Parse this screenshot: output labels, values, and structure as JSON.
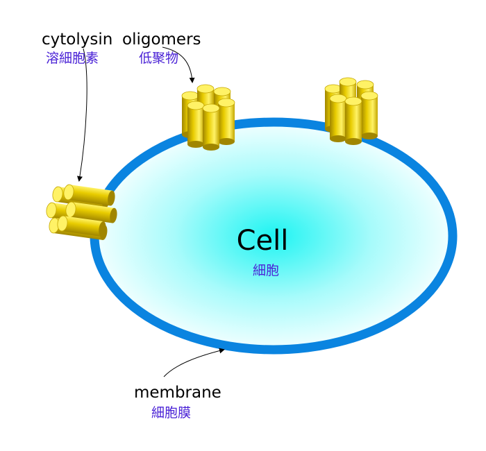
{
  "labels": {
    "cytolysin": "cytolysin",
    "oligomers": "oligomers",
    "cytolysin_zh": "溶細胞素",
    "oligomers_zh": "低聚物",
    "cell": "Cell",
    "cell_zh": "細胞",
    "membrane": "membrane",
    "membrane_zh": "細胞膜"
  },
  "colors": {
    "membrane": "#0a84e0",
    "cell_center": "#1ef4f2",
    "cell_edge": "#f2ffff",
    "cylinder": "#e8cc00",
    "cylinder_light": "#fff266",
    "cylinder_dark": "#a08600",
    "chinese_text": "#4a22d6",
    "arrow": "#000000"
  },
  "icons": [
    "cytolysin-oligomer-pore-icon",
    "arrow-icon"
  ]
}
